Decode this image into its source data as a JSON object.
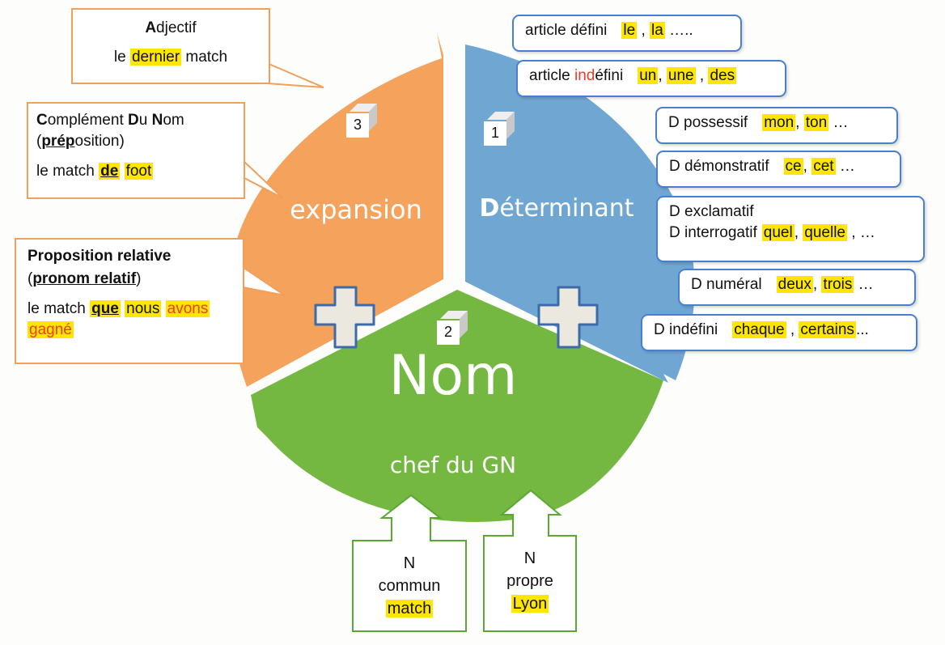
{
  "adjectif": {
    "title_first": "A",
    "title_rest": "djectif",
    "ex_before": "le",
    "ex_hl": "dernier",
    "ex_after": "match"
  },
  "cdn": {
    "t1": "C",
    "t2": "omplément ",
    "t3": "D",
    "t4": "u ",
    "t5": "N",
    "t6": "om",
    "sub_open": "(",
    "sub_bu": "prép",
    "sub_rest": "osition)",
    "ex_before": "le match",
    "ex_hl": "de",
    "ex_after": "foot"
  },
  "relative": {
    "title": "Proposition relative",
    "sub_open": "(",
    "sub_bu": "pronom relatif",
    "sub_close": ")",
    "ex_before": "le match",
    "ex_hl": "que",
    "ex_mid": "nous",
    "ex_red1": "avons",
    "ex_red2": "gagné"
  },
  "sectors": {
    "expansion": "expansion",
    "determinant_first": "D",
    "determinant_rest": "éterminant",
    "nom": "Nom",
    "chef": "chef du GN",
    "cube1": "1",
    "cube2": "2",
    "cube3": "3"
  },
  "determinants": {
    "defini": {
      "label": "article défini",
      "w1": "le",
      "sep": ",",
      "w2": "la",
      "tail": "….."
    },
    "indefini": {
      "pre": "article ",
      "red": "ind",
      "post": "éfini",
      "w1": "un",
      "sep1": ",",
      "w2": "une",
      "sep2": ",",
      "w3": "des"
    },
    "possessif": {
      "label": "D possessif",
      "w1": "mon",
      "sep": ",",
      "w2": "ton",
      "tail": "…"
    },
    "demonstratif": {
      "label": "D démonstratif",
      "w1": "ce",
      "sep": ",",
      "w2": "cet",
      "tail": "…"
    },
    "exclamatif": {
      "line1": "D exclamatif",
      "line2": "D interrogatif",
      "w1": "quel",
      "sep1": ",",
      "w2": "quelle",
      "sep2": ",",
      "tail": "…"
    },
    "numeral": {
      "label": "D numéral",
      "w1": "deux",
      "sep": ",",
      "w2": "trois",
      "tail": "…"
    },
    "indefini_d": {
      "label": "D indéfini",
      "w1": "chaque",
      "sep": ",",
      "w2": "certains",
      "tail": "..."
    }
  },
  "noms": {
    "commun": {
      "n": "N",
      "l1": "commun",
      "ex": "match"
    },
    "propre": {
      "n": "N",
      "l1": "propre",
      "ex": "Lyon"
    }
  },
  "colors": {
    "orange": "#f4a25c",
    "blue": "#6fa6d2",
    "green": "#74b842",
    "highlight": "#ffe600",
    "red": "#ee3b2b"
  }
}
